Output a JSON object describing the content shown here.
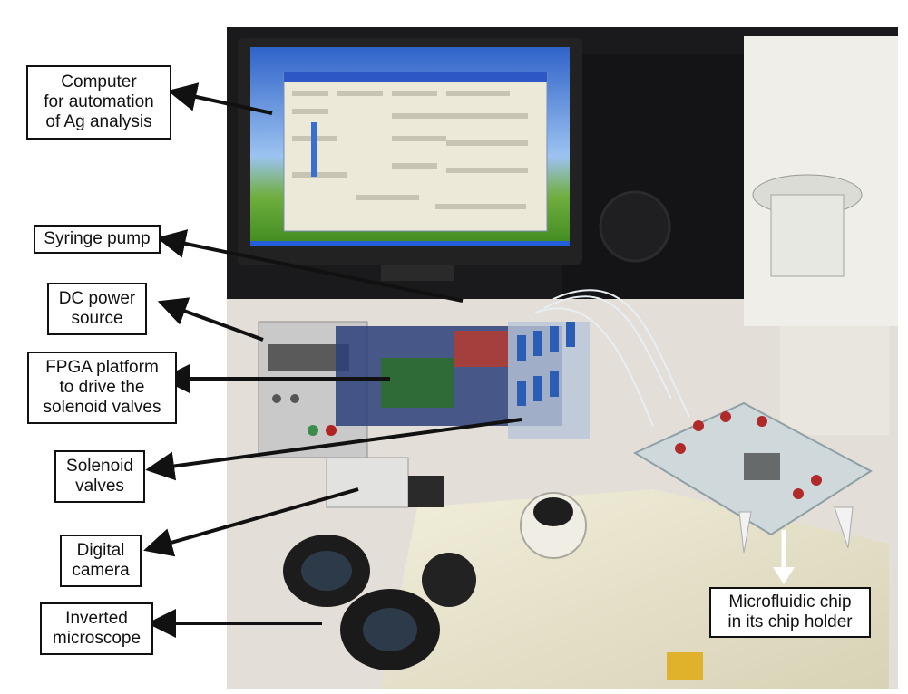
{
  "figure": {
    "labels": {
      "computer": [
        "Computer",
        "for automation",
        "of Ag analysis"
      ],
      "syringe_pump": [
        "Syringe pump"
      ],
      "dc_power": [
        "DC power",
        "source"
      ],
      "fpga": [
        "FPGA platform",
        "to drive the",
        "solenoid valves"
      ],
      "solenoid": [
        "Solenoid",
        "valves"
      ],
      "camera": [
        "Digital",
        "camera"
      ],
      "microscope": [
        "Inverted",
        "microscope"
      ],
      "chip": [
        "Microfluidic chip",
        "in its chip holder"
      ]
    }
  }
}
